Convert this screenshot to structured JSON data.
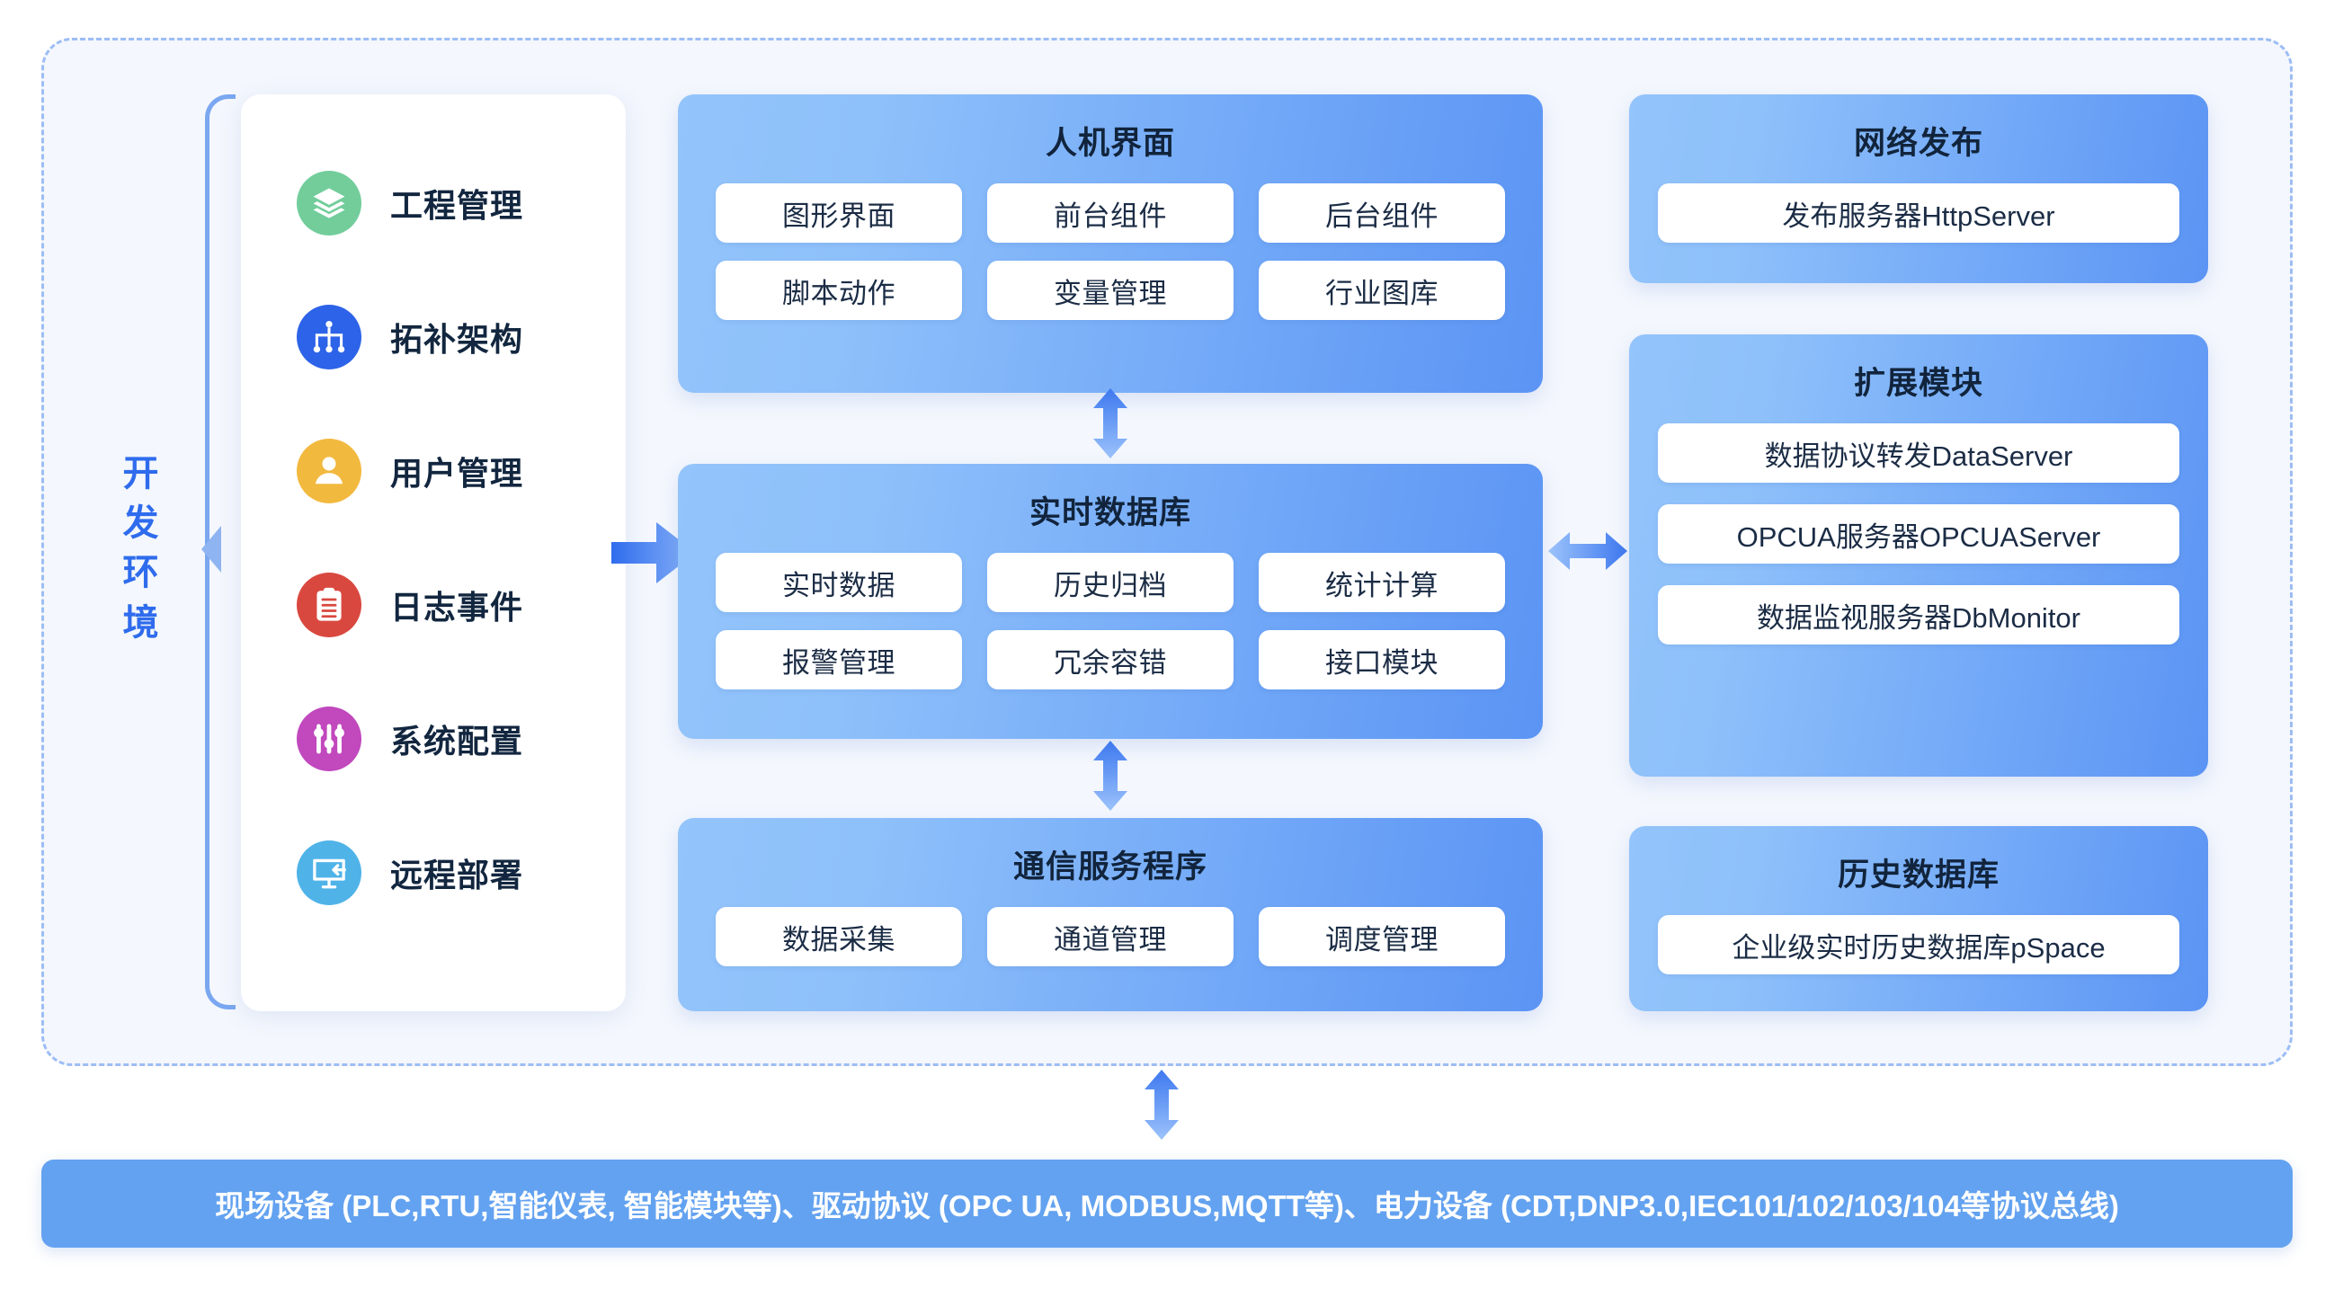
{
  "diagram": {
    "dev_env_label": "开发环境",
    "dev_env_chars": [
      "开",
      "发",
      "环",
      "境"
    ]
  },
  "sidebar": {
    "items": [
      {
        "label": "工程管理",
        "icon": "layers-icon",
        "color": "#72CD9B"
      },
      {
        "label": "拓补架构",
        "icon": "sitemap-icon",
        "color": "#2D63E8"
      },
      {
        "label": "用户管理",
        "icon": "user-icon",
        "color": "#F2B93F"
      },
      {
        "label": "日志事件",
        "icon": "clipboard-log-icon",
        "color": "#D9483F"
      },
      {
        "label": "系统配置",
        "icon": "sliders-icon",
        "color": "#C148BD"
      },
      {
        "label": "远程部署",
        "icon": "remote-monitor-icon",
        "color": "#4FB3E8"
      }
    ]
  },
  "panels": {
    "hmi": {
      "title": "人机界面",
      "row1": [
        "图形界面",
        "前台组件",
        "后台组件"
      ],
      "row2": [
        "脚本动作",
        "变量管理",
        "行业图库"
      ]
    },
    "realtime_db": {
      "title": "实时数据库",
      "row1": [
        "实时数据",
        "历史归档",
        "统计计算"
      ],
      "row2": [
        "报警管理",
        "冗余容错",
        "接口模块"
      ]
    },
    "comm_service": {
      "title": "通信服务程序",
      "row1": [
        "数据采集",
        "通道管理",
        "调度管理"
      ]
    },
    "network_publish": {
      "title": "网络发布",
      "items": [
        "发布服务器HttpServer"
      ]
    },
    "extension_modules": {
      "title": "扩展模块",
      "items": [
        "数据协议转发DataServer",
        "OPCUA服务器OPCUAServer",
        "数据监视服务器DbMonitor"
      ]
    },
    "history_db": {
      "title": "历史数据库",
      "items": [
        "企业级实时历史数据库pSpace"
      ]
    }
  },
  "bus_bar": {
    "text": "现场设备 (PLC,RTU,智能仪表, 智能模块等)、驱动协议 (OPC UA, MODBUS,MQTT等)、电力设备 (CDT,DNP3.0,IEC101/102/103/104等协议总线)"
  },
  "colors": {
    "panel_gradient_start": "#93C4FB",
    "panel_gradient_end": "#5B94F4",
    "bus_bar_bg": "#63A2F0",
    "accent_blue": "#2F6CED",
    "frame_bg": "#F4F7FD",
    "frame_border": "#9DBDF5"
  }
}
